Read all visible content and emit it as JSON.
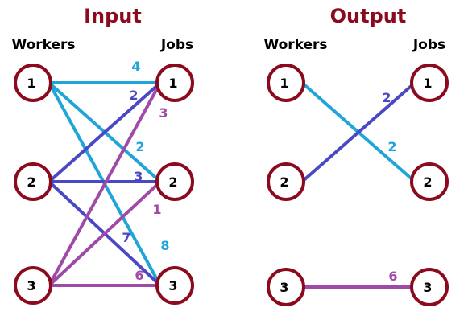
{
  "colors": {
    "title": "#8b0a1e",
    "node_border": "#8b0a1e",
    "cyan": "#1fa5d8",
    "blue": "#4b48c4",
    "purple": "#a04aa8"
  },
  "input": {
    "title": "Input",
    "workers_header": "Workers",
    "jobs_header": "Jobs",
    "workers": [
      "1",
      "2",
      "3"
    ],
    "jobs": [
      "1",
      "2",
      "3"
    ],
    "edges": [
      {
        "worker": "1",
        "job": "1",
        "weight": "4",
        "color": "cyan"
      },
      {
        "worker": "1",
        "job": "2",
        "weight": "2",
        "color": "cyan"
      },
      {
        "worker": "1",
        "job": "3",
        "weight": "8",
        "color": "cyan"
      },
      {
        "worker": "2",
        "job": "1",
        "weight": "2",
        "color": "blue"
      },
      {
        "worker": "2",
        "job": "2",
        "weight": "3",
        "color": "blue"
      },
      {
        "worker": "2",
        "job": "3",
        "weight": "7",
        "color": "blue"
      },
      {
        "worker": "3",
        "job": "1",
        "weight": "3",
        "color": "purple"
      },
      {
        "worker": "3",
        "job": "2",
        "weight": "1",
        "color": "purple"
      },
      {
        "worker": "3",
        "job": "3",
        "weight": "6",
        "color": "purple"
      }
    ]
  },
  "output": {
    "title": "Output",
    "workers_header": "Workers",
    "jobs_header": "Jobs",
    "workers": [
      "1",
      "2",
      "3"
    ],
    "jobs": [
      "1",
      "2",
      "3"
    ],
    "edges": [
      {
        "worker": "1",
        "job": "2",
        "weight": "2",
        "color": "cyan"
      },
      {
        "worker": "2",
        "job": "1",
        "weight": "2",
        "color": "blue"
      },
      {
        "worker": "3",
        "job": "3",
        "weight": "6",
        "color": "purple"
      }
    ]
  }
}
